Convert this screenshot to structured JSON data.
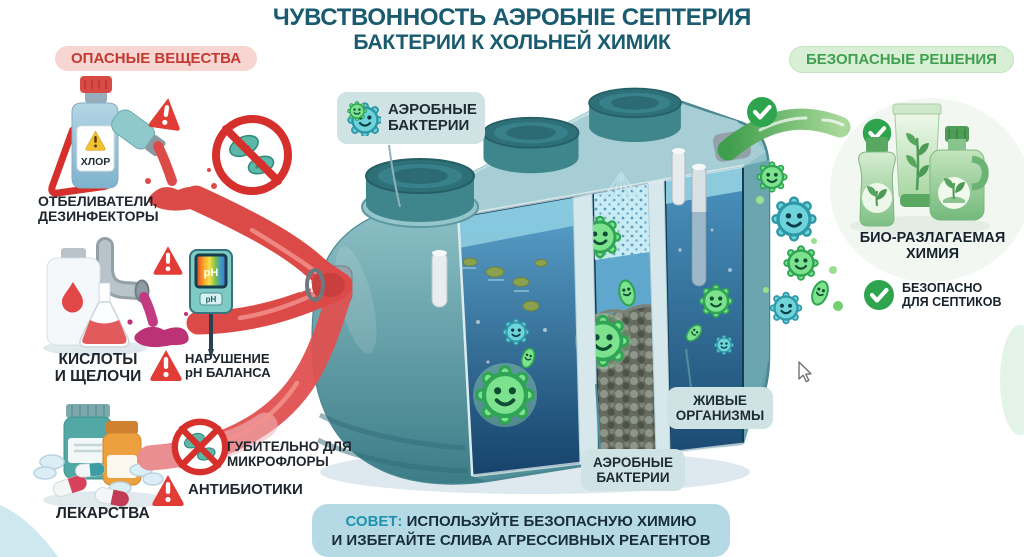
{
  "title": {
    "line1": "ЧУВСТВОННОСТЬ АЭРОБНІЕ СЕПТЕРИЯ",
    "line2": "БАКТЕРИИ К ХОЛЬНЕЙ ХИМИК"
  },
  "badges": {
    "danger": "ОПАСНЫЕ ВЕЩЕСТВА",
    "safe": "БЕЗОПАСНЫЕ РЕШЕНИЯ"
  },
  "left": {
    "bleach": {
      "bottle_label": "ХЛОР",
      "caption1": "ОТБЕЛИВАТЕЛИ,",
      "caption2": "ДЕЗИНФЕКТОРЫ"
    },
    "acids": {
      "caption1": "КИСЛОТЫ",
      "caption2": "И ЩЕЛОЧИ",
      "ph_screen": "pH",
      "ph_badge": "pH",
      "warn1": "НАРУШЕНИЕ",
      "warn2": "pH БАЛАНСА"
    },
    "meds": {
      "caption": "ЛЕКАРСТВА",
      "harm1": "ГУБИТЕЛЬНО ДЛЯ",
      "harm2": "МИКРОФЛОРЫ",
      "antibiotics": "АНТИБИОТИКИ"
    }
  },
  "tank": {
    "label_top1": "АЭРОБНЫЕ",
    "label_top2": "БАКТЕРИИ",
    "label_bottom1": "АЭРОБНЫЕ",
    "label_bottom2": "БАКТЕРИИ",
    "organisms1": "ЖИВЫЕ",
    "organisms2": "ОРГАНИЗМЫ"
  },
  "right": {
    "bio1": "БИО-РАЗЛАГАЕМАЯ",
    "bio2": "ХИМИЯ",
    "safe1": "БЕЗОПАСНО",
    "safe2": "ДЛЯ СЕПТИКОВ"
  },
  "advice": {
    "prefix": "СОВЕТ:",
    "line1": "ИСПОЛЬЗУЙТЕ БЕЗОПАСНУЮ ХИМИЮ",
    "line2": "И ИЗБЕГАЙТЕ СЛИВА АГРЕССИВНЫХ РЕАГЕНТОВ"
  },
  "colors": {
    "title": "#1a5b70",
    "danger_red": "#d8453f",
    "danger_badge_bg": "#f7d6d2",
    "safe_green": "#3f9f4e",
    "safe_badge_bg": "#d9efd5",
    "tank_teal": "#6fb0b8",
    "lid_teal": "#2e7077",
    "water_blue": "#2f6d99",
    "bacteria_green": "#7de28d",
    "flow_red": "#db4a47",
    "flow_green": "#4ea84e",
    "advice_bg": "#b5dae6",
    "advice_accent": "#1f93ad",
    "label_box_bg": "#cfe3e4"
  }
}
